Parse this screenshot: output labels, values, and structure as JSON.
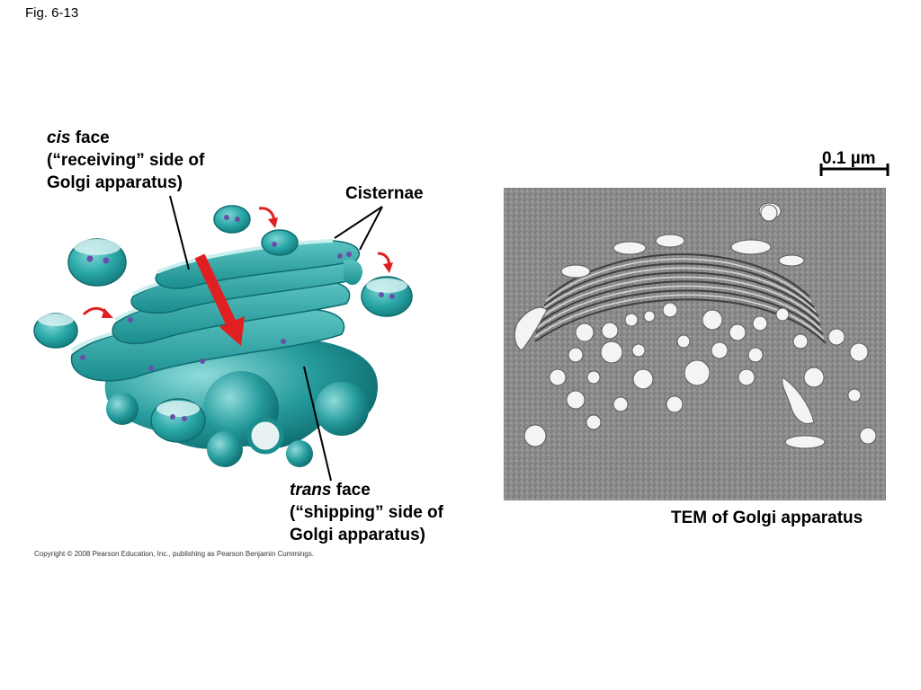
{
  "figure": {
    "number": "Fig. 6-13"
  },
  "labels": {
    "cis_term": "cis",
    "cis_rest": " face",
    "cis_line2": "(“receiving” side of",
    "cis_line3": "Golgi apparatus)",
    "cisternae": "Cisternae",
    "trans_term": "trans",
    "trans_rest": " face",
    "trans_line2": "(“shipping” side of",
    "trans_line3": "Golgi apparatus)"
  },
  "micrograph": {
    "caption": "TEM of Golgi apparatus",
    "scale_bar": "0.1 µm"
  },
  "copyright": "Copyright © 2008 Pearson Education, Inc., publishing as Pearson Benjamin Cummings.",
  "colors": {
    "golgi_teal": "#2aa7a8",
    "golgi_dark": "#137a7c",
    "arrow_red": "#e02020",
    "vesicle_dot": "#6a4fa8",
    "tem_gray": "#8a8a8a"
  }
}
